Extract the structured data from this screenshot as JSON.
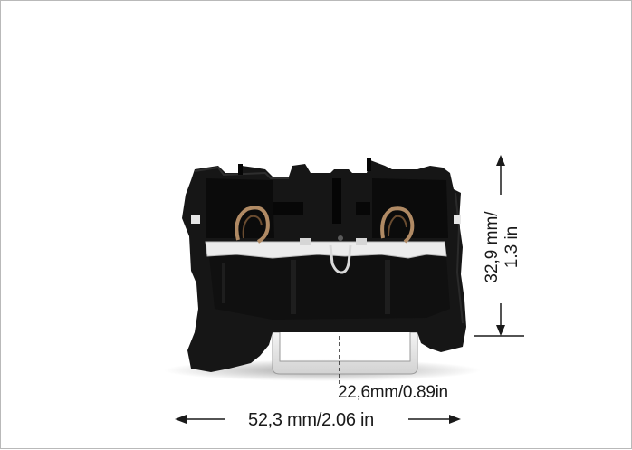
{
  "dimensions": {
    "height_line1": "32,9 mm/",
    "height_line2": "1.3 in",
    "depth": "22,6mm/0.89in",
    "width": "52,3 mm/2.06 in"
  },
  "colors": {
    "housing": "#161616",
    "housing_shade": "#0b0b0b",
    "housing_highlight": "#2a2a2a",
    "rail": "#e8e8e8",
    "contact": "#b08a64",
    "arrow": "#1a1a1a"
  }
}
